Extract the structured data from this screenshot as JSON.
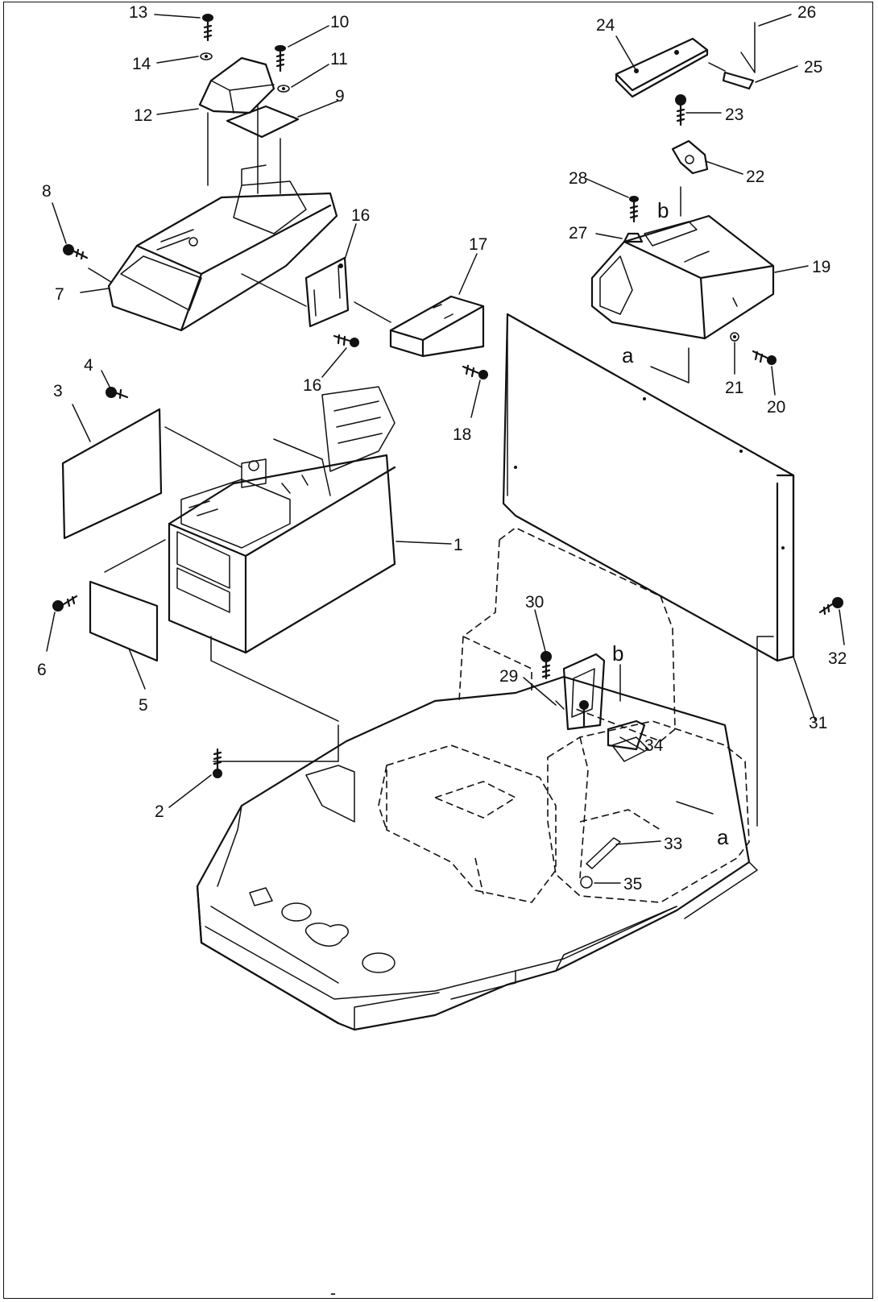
{
  "diagram": {
    "callouts": [
      {
        "id": "13",
        "text": "13"
      },
      {
        "id": "14",
        "text": "14"
      },
      {
        "id": "12",
        "text": "12"
      },
      {
        "id": "10",
        "text": "10"
      },
      {
        "id": "11",
        "text": "11"
      },
      {
        "id": "9",
        "text": "9"
      },
      {
        "id": "8",
        "text": "8"
      },
      {
        "id": "7",
        "text": "7"
      },
      {
        "id": "16a",
        "text": "16"
      },
      {
        "id": "16b",
        "text": "16"
      },
      {
        "id": "17",
        "text": "17"
      },
      {
        "id": "18",
        "text": "18"
      },
      {
        "id": "4",
        "text": "4"
      },
      {
        "id": "3",
        "text": "3"
      },
      {
        "id": "1",
        "text": "1"
      },
      {
        "id": "6",
        "text": "6"
      },
      {
        "id": "5",
        "text": "5"
      },
      {
        "id": "2",
        "text": "2"
      },
      {
        "id": "24",
        "text": "24"
      },
      {
        "id": "26",
        "text": "26"
      },
      {
        "id": "25",
        "text": "25"
      },
      {
        "id": "23",
        "text": "23"
      },
      {
        "id": "22",
        "text": "22"
      },
      {
        "id": "28",
        "text": "28"
      },
      {
        "id": "27",
        "text": "27"
      },
      {
        "id": "19",
        "text": "19"
      },
      {
        "id": "21",
        "text": "21"
      },
      {
        "id": "20",
        "text": "20"
      },
      {
        "id": "30",
        "text": "30"
      },
      {
        "id": "29",
        "text": "29"
      },
      {
        "id": "34",
        "text": "34"
      },
      {
        "id": "33",
        "text": "33"
      },
      {
        "id": "35",
        "text": "35"
      },
      {
        "id": "31",
        "text": "31"
      },
      {
        "id": "32",
        "text": "32"
      }
    ],
    "connectors": [
      {
        "id": "a-top",
        "text": "a"
      },
      {
        "id": "b-top",
        "text": "b"
      },
      {
        "id": "b-bottom",
        "text": "b"
      },
      {
        "id": "a-bottom",
        "text": "a"
      }
    ],
    "footer_mark": "-"
  }
}
